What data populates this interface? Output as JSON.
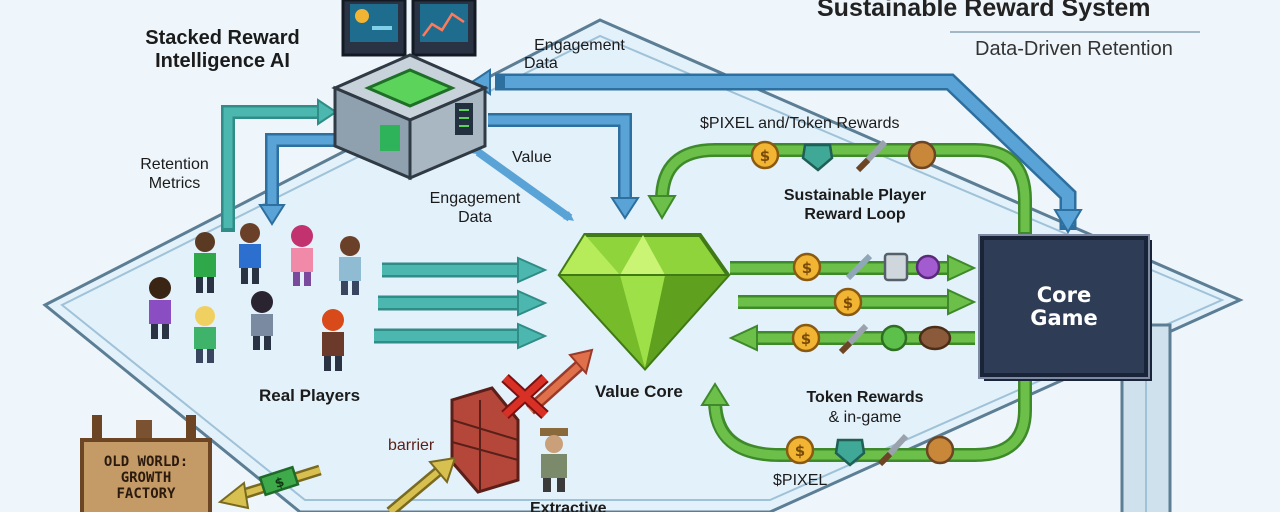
{
  "header": {
    "title": "Sustainable Reward System",
    "subtitle": "Data-Driven Retention"
  },
  "labels": {
    "ai_line1": "Stacked Reward",
    "ai_line2": "Intelligence AI",
    "engagement_top_line1": "Engagement",
    "engagement_top_line2": "Data",
    "retention_line1": "Retention",
    "retention_line2": "Metrics",
    "value": "Value",
    "engagement_mid_line1": "Engagement",
    "engagement_mid_line2": "Data",
    "pixel_rewards": "$PIXEL and/Token Rewards",
    "loop_line1": "Sustainable Player",
    "loop_line2": "Reward Loop",
    "core_line1": "Core",
    "core_line2": "Game",
    "value_core": "Value Core",
    "real_players": "Real Players",
    "token_line1": "Token Rewards",
    "token_line2": "& in-game",
    "pixel_bottom": "$PIXEL",
    "barrier": "barrier",
    "extractive": "Extractive",
    "sign_line1": "OLD WORLD:",
    "sign_line2": "GROWTH",
    "sign_line3": "FACTORY"
  },
  "colors": {
    "blue_arrow": "#5aa3d6",
    "teal_arrow": "#4cb7ae",
    "green_arrow": "#6cc04a",
    "gem": "#8fd43a",
    "core_box": "#2e3c55",
    "barrier_brick": "#b5473a",
    "red_x": "#d93025",
    "coin": "#f2b533"
  },
  "icons": [
    "monitor-icon",
    "server-icon",
    "gem-icon",
    "coin-icon",
    "shield-gem-icon",
    "sword-icon",
    "potion-icon",
    "orb-icon",
    "brick-wall-icon",
    "x-mark-icon",
    "player-icon",
    "extractor-figure-icon",
    "money-icon",
    "signboard-icon"
  ]
}
